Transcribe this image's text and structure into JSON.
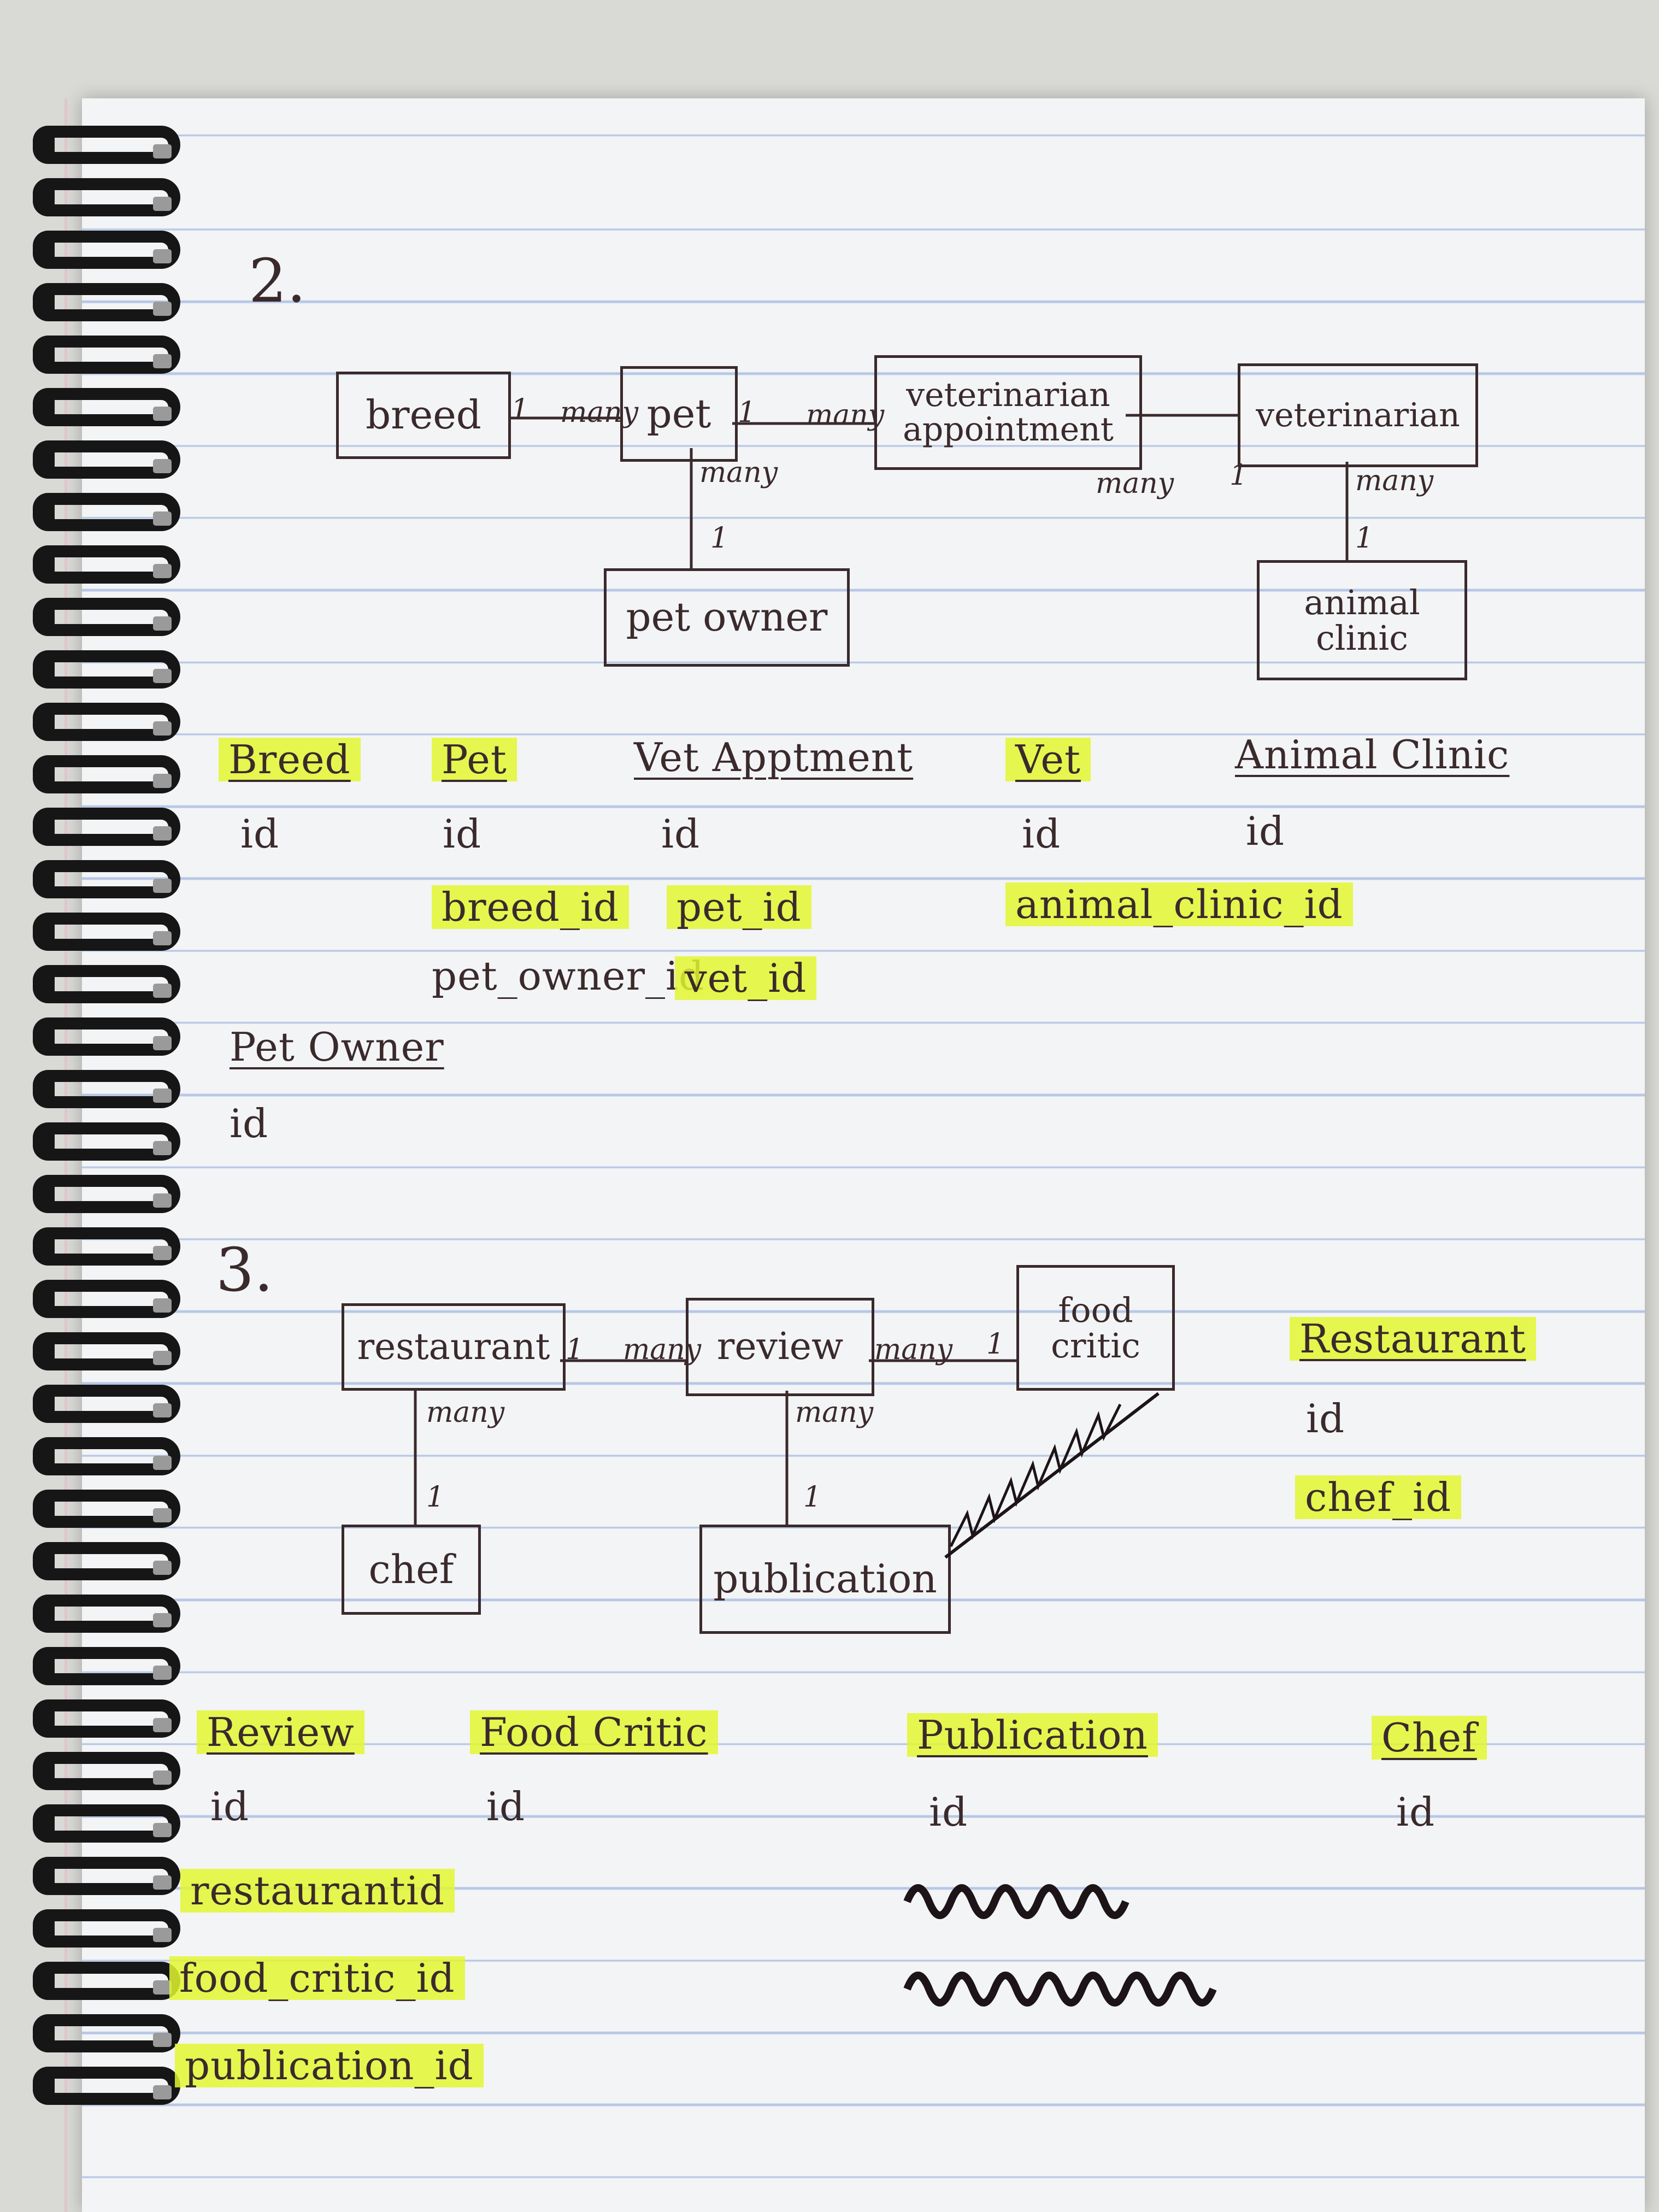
{
  "section2": {
    "number": "2.",
    "entities": {
      "breed": "breed",
      "pet": "pet",
      "vet_appointment": "veterinarian appointment",
      "veterinarian": "veterinarian",
      "pet_owner": "pet owner",
      "animal_clinic": "animal clinic"
    },
    "cardinality": {
      "breed_pet_left": "1",
      "breed_pet_right": "many",
      "pet_appt_left": "1",
      "pet_appt_right": "many",
      "pet_owner_top": "many",
      "pet_owner_bottom": "1",
      "appt_vet_many": "many",
      "appt_vet_one": "1",
      "vet_clinic_top": "many",
      "vet_clinic_bottom": "1"
    },
    "tables": [
      {
        "title": "Breed",
        "fields": [
          "id"
        ]
      },
      {
        "title": "Pet",
        "fields": [
          "id",
          "breed_id",
          "pet_owner_id"
        ]
      },
      {
        "title": "Vet Apptment",
        "fields": [
          "id",
          "pet_id",
          "vet_id"
        ]
      },
      {
        "title": "Vet",
        "fields": [
          "id",
          "animal_clinic_id"
        ]
      },
      {
        "title": "Animal Clinic",
        "fields": [
          "id"
        ]
      },
      {
        "title": "Pet Owner",
        "fields": [
          "id"
        ]
      }
    ]
  },
  "section3": {
    "number": "3.",
    "entities": {
      "restaurant": "restaurant",
      "review": "review",
      "food_critic": "food critic",
      "chef": "chef",
      "publication": "publication"
    },
    "cardinality": {
      "rest_review_left": "1",
      "rest_review_right": "many",
      "review_critic_left": "many",
      "review_critic_right": "1",
      "rest_chef_top": "many",
      "rest_chef_bottom": "1",
      "review_pub_top": "many",
      "review_pub_bottom": "1"
    },
    "tables": [
      {
        "title": "Restaurant",
        "fields": [
          "id",
          "chef_id"
        ]
      },
      {
        "title": "Review",
        "fields": [
          "id",
          "restaurantid",
          "food_critic_id",
          "publication_id"
        ]
      },
      {
        "title": "Food Critic",
        "fields": [
          "id"
        ]
      },
      {
        "title": "Publication",
        "fields": [
          "id"
        ]
      },
      {
        "title": "Chef",
        "fields": [
          "id"
        ]
      }
    ]
  },
  "colors": {
    "highlight": "#e2f630",
    "ink": "#3a2a2c",
    "paper": "#f3f4f6",
    "rule": "#b6c7e6"
  }
}
